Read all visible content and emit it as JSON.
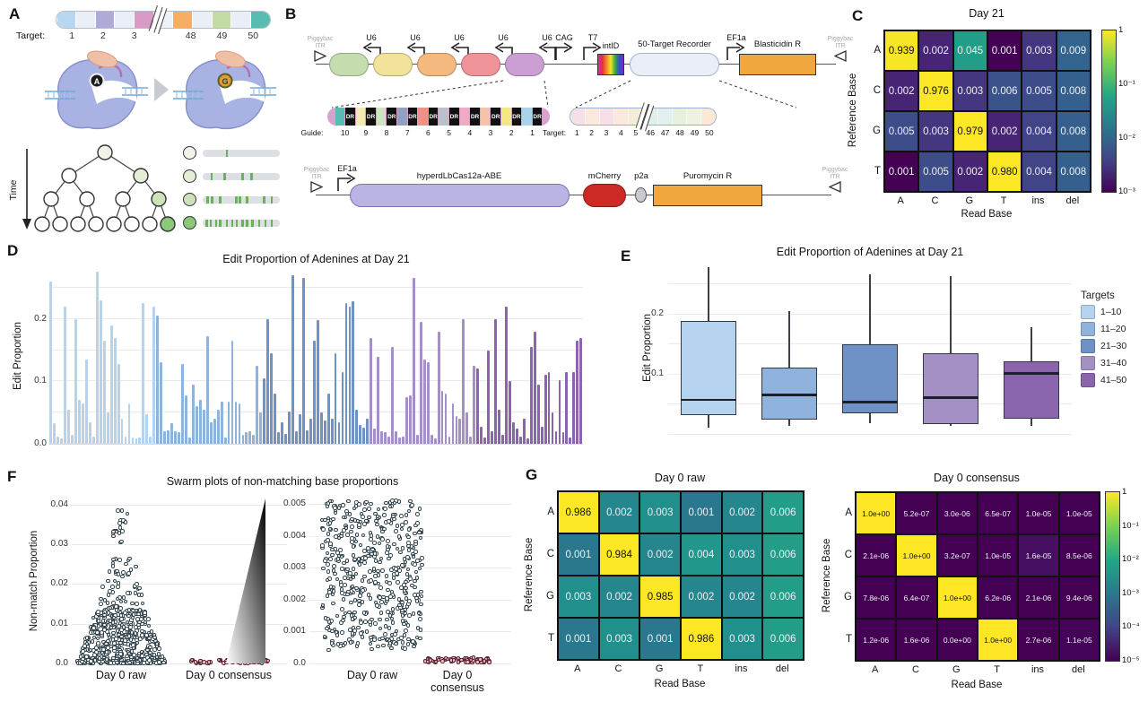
{
  "panels": {
    "a": "A",
    "b": "B",
    "c": "C",
    "d": "D",
    "e": "E",
    "f": "F",
    "g": "G"
  },
  "panel_a": {
    "target_label": "Target:",
    "target_numbers": [
      "1",
      "2",
      "3",
      "48",
      "49",
      "50"
    ],
    "target_number_pos": [
      0.08,
      0.225,
      0.37,
      0.62,
      0.765,
      0.91
    ],
    "segment_colors": [
      "#b8d8f0",
      "#e9eef7",
      "#b0aad9",
      "#e9eef7",
      "#d79bc5",
      "#eef1f8",
      "#f5ae62",
      "#e9eef7",
      "#c3dba4",
      "#e9eef7",
      "#58bdb0"
    ],
    "time_label": "Time",
    "base_change": {
      "from": "A",
      "to": "G"
    },
    "tree_highlight_colors": [
      "#f2f4ea",
      "#e4edd6",
      "#cde2b8",
      "#8cc87a"
    ],
    "barcode_rows": [
      {
        "circle": "#f2f4ea",
        "ticks": [
          0.3
        ]
      },
      {
        "circle": "#e4edd6",
        "ticks": [
          0.1,
          0.27,
          0.5,
          0.62
        ]
      },
      {
        "circle": "#cde2b8",
        "ticks": [
          0.05,
          0.11,
          0.21,
          0.42,
          0.47,
          0.56,
          0.78,
          0.88
        ]
      },
      {
        "circle": "#8cc87a",
        "ticks": [
          0.04,
          0.09,
          0.16,
          0.21,
          0.3,
          0.37,
          0.43,
          0.5,
          0.56,
          0.63,
          0.72,
          0.8,
          0.88
        ]
      }
    ]
  },
  "panel_b": {
    "itr_label": [
      "Piggybac",
      "ITR"
    ],
    "construct1": {
      "pill_colors": [
        "#c5dcae",
        "#f3e39a",
        "#f5b87e",
        "#ef9398",
        "#cb9fd3"
      ],
      "u6_label": "U6",
      "cag_label": "CAG",
      "t7_label": "T7",
      "intid_label": "intID",
      "recorder_label": "50-Target Recorder",
      "ef1a_label": "EF1a",
      "blasticidin_label": "Blasticidin R"
    },
    "guide_array": {
      "prefix": "Guide:",
      "dr_label": "DR",
      "numbers": [
        "10",
        "9",
        "8",
        "7",
        "6",
        "5",
        "4",
        "3",
        "2",
        "1"
      ],
      "segment_colors": [
        "#56bdb4",
        "#f1ecae",
        "#cfe4c2",
        "#8ea3c2",
        "#f19186",
        "#b9c2cb",
        "#f2aac4",
        "#f6c3a7",
        "#f5e87e",
        "#a9d3ea"
      ],
      "cap_color": "#d8a2cc"
    },
    "target_array": {
      "prefix": "Target:",
      "numbers": [
        "1",
        "2",
        "3",
        "4",
        "5",
        "46",
        "47",
        "48",
        "49",
        "50"
      ],
      "segment_colors": [
        "#f6dfe6",
        "#fbe9dc",
        "#f6dfe6",
        "#fbe9dc",
        "#f2ecd9",
        "#e2efe7",
        "#dff0ee",
        "#e6f0db",
        "#eef3e0",
        "#fbe9d4"
      ]
    },
    "construct2": {
      "ef1a_label": "EF1a",
      "cas_label": "hyperdLbCas12a-ABE",
      "cas_color": "#b9b4e4",
      "mcherry_label": "mCherry",
      "mcherry_color": "#cc2a25",
      "p2a_label": "p2a",
      "puromycin_label": "Puromycin R",
      "gene_box_color": "#f0a73f"
    }
  },
  "chart_data": [
    {
      "id": "panel-c",
      "type": "heatmap",
      "title": "Day 21",
      "xlabel": "Read Base",
      "ylabel": "Reference Base",
      "rows": [
        "A",
        "C",
        "G",
        "T"
      ],
      "cols": [
        "A",
        "C",
        "G",
        "T",
        "ins",
        "del"
      ],
      "decades": 3,
      "values": [
        [
          0.939,
          0.002,
          0.045,
          0.001,
          0.003,
          0.009
        ],
        [
          0.002,
          0.976,
          0.003,
          0.006,
          0.005,
          0.008
        ],
        [
          0.005,
          0.003,
          0.979,
          0.002,
          0.004,
          0.008
        ],
        [
          0.001,
          0.005,
          0.002,
          0.98,
          0.004,
          0.008
        ]
      ],
      "cell_text": [
        [
          "0.939",
          "0.002",
          "0.045",
          "0.001",
          "0.003",
          "0.009"
        ],
        [
          "0.002",
          "0.976",
          "0.003",
          "0.006",
          "0.005",
          "0.008"
        ],
        [
          "0.005",
          "0.003",
          "0.979",
          "0.002",
          "0.004",
          "0.008"
        ],
        [
          "0.001",
          "0.005",
          "0.002",
          "0.980",
          "0.004",
          "0.008"
        ]
      ],
      "colorbar_ticks": [
        "1",
        "10⁻¹",
        "10⁻²",
        "10⁻³"
      ]
    },
    {
      "id": "panel-d",
      "type": "bar",
      "title": "Edit Proportion of Adenines at Day 21",
      "ylabel": "Edit Proportion",
      "ylim": [
        0,
        0.28
      ],
      "group_size": 30,
      "yticks": [
        {
          "v": 0.0,
          "t": "0.0"
        },
        {
          "v": 0.1,
          "t": "0.1"
        },
        {
          "v": 0.2,
          "t": "0.2"
        }
      ],
      "gridlines": [
        0.05,
        0.1,
        0.15,
        0.2,
        0.25
      ],
      "group_colors": [
        "#b5d3ee",
        "#8fb3dc",
        "#6e92c5",
        "#a490c5",
        "#8a64ad"
      ],
      "values": [
        0.26,
        0.033,
        0.012,
        0.008,
        0.22,
        0.055,
        0.015,
        0.2,
        0.07,
        0.065,
        0.135,
        0.035,
        0.012,
        0.275,
        0.23,
        0.165,
        0.05,
        0.19,
        0.17,
        0.128,
        0.04,
        0.012,
        0.065,
        0.01,
        0.008,
        0.01,
        0.225,
        0.047,
        0.012,
        0.22,
        0.205,
        0.13,
        0.02,
        0.022,
        0.033,
        0.02,
        0.018,
        0.128,
        0.078,
        0.01,
        0.095,
        0.06,
        0.07,
        0.055,
        0.172,
        0.035,
        0.04,
        0.055,
        0.068,
        0.01,
        0.067,
        0.165,
        0.068,
        0.065,
        0.015,
        0.018,
        0.02,
        0.015,
        0.125,
        0.05,
        0.105,
        0.2,
        0.145,
        0.08,
        0.018,
        0.035,
        0.016,
        0.052,
        0.27,
        0.02,
        0.048,
        0.265,
        0.022,
        0.04,
        0.165,
        0.198,
        0.05,
        0.038,
        0.08,
        0.04,
        0.145,
        0.035,
        0.115,
        0.225,
        0.22,
        0.228,
        0.055,
        0.03,
        0.026,
        0.04,
        0.17,
        0.025,
        0.14,
        0.02,
        0.018,
        0.012,
        0.155,
        0.02,
        0.01,
        0.012,
        0.075,
        0.078,
        0.265,
        0.014,
        0.195,
        0.135,
        0.13,
        0.015,
        0.008,
        0.18,
        0.085,
        0.08,
        0.012,
        0.065,
        0.045,
        0.04,
        0.2,
        0.05,
        0.012,
        0.125,
        0.12,
        0.028,
        0.01,
        0.15,
        0.02,
        0.2,
        0.055,
        0.015,
        0.22,
        0.1,
        0.035,
        0.025,
        0.012,
        0.04,
        0.008,
        0.155,
        0.18,
        0.095,
        0.028,
        0.11,
        0.115,
        0.05,
        0.02,
        0.102,
        0.018,
        0.115,
        0.01,
        0.115,
        0.165,
        0.17
      ]
    },
    {
      "id": "panel-e",
      "type": "box",
      "title": "Edit Proportion of Adenines at Day 21",
      "ylabel": "Edit Proportion",
      "ylim": [
        0,
        0.285
      ],
      "yticks": [
        {
          "v": 0.1,
          "t": "0.1"
        },
        {
          "v": 0.2,
          "t": "0.2"
        }
      ],
      "gridlines": [
        0.0,
        0.05,
        0.1,
        0.15,
        0.2,
        0.25
      ],
      "legend": {
        "title": "Targets",
        "entries": [
          {
            "label": "1–10",
            "color": "#b5d3ee"
          },
          {
            "label": "11–20",
            "color": "#8fb3dc"
          },
          {
            "label": "21–30",
            "color": "#6e92c5"
          },
          {
            "label": "31–40",
            "color": "#a490c5"
          },
          {
            "label": "41–50",
            "color": "#8a64ad"
          }
        ]
      },
      "boxes": [
        {
          "label": "1–10",
          "color": "#b5d3ee",
          "lo": 0.01,
          "q1": 0.031,
          "med": 0.057,
          "q3": 0.188,
          "hi": 0.278
        },
        {
          "label": "11–20",
          "color": "#8fb3dc",
          "lo": 0.013,
          "q1": 0.024,
          "med": 0.065,
          "q3": 0.11,
          "hi": 0.205
        },
        {
          "label": "21–30",
          "color": "#6e92c5",
          "lo": 0.018,
          "q1": 0.035,
          "med": 0.053,
          "q3": 0.149,
          "hi": 0.266
        },
        {
          "label": "31–40",
          "color": "#a490c5",
          "lo": 0.013,
          "q1": 0.016,
          "med": 0.06,
          "q3": 0.135,
          "hi": 0.263
        },
        {
          "label": "41–50",
          "color": "#8a64ad",
          "lo": 0.013,
          "q1": 0.025,
          "med": 0.101,
          "q3": 0.121,
          "hi": 0.178
        }
      ]
    },
    {
      "id": "panel-f",
      "type": "swarm",
      "title": "Swarm plots of non-matching base proportions",
      "ylabel": "Non-match Proportion",
      "point_styles": {
        "raw": {
          "stroke": "#33454e",
          "fill": "#ffffff"
        },
        "consensus": {
          "stroke": "#5a2430",
          "fill": "#f4bcc9"
        }
      },
      "plots": [
        {
          "ylim": [
            0,
            0.0418
          ],
          "yticks": [
            {
              "v": 0.0,
              "t": "0.0"
            },
            {
              "v": 0.01,
              "t": "0.01"
            },
            {
              "v": 0.02,
              "t": "0.02"
            },
            {
              "v": 0.03,
              "t": "0.03"
            },
            {
              "v": 0.04,
              "t": "0.04"
            }
          ],
          "groups": [
            {
              "label": "Day 0 raw",
              "n": 620,
              "dist": "skewed",
              "y_max": 0.0395,
              "style": "raw"
            },
            {
              "label": "Day 0 consensus",
              "n": 55,
              "dist": "zero",
              "y_max": 0.001,
              "style": "consensus"
            }
          ]
        },
        {
          "ylim": [
            0,
            0.0052
          ],
          "yticks": [
            {
              "v": 0.0,
              "t": "0.0"
            },
            {
              "v": 0.001,
              "t": "0.001"
            },
            {
              "v": 0.002,
              "t": "0.002"
            },
            {
              "v": 0.003,
              "t": "0.003"
            },
            {
              "v": 0.004,
              "t": "0.004"
            },
            {
              "v": 0.005,
              "t": "0.005"
            }
          ],
          "groups": [
            {
              "label": "Day 0 raw",
              "n": 520,
              "dist": "uniform",
              "y_max": 0.0051,
              "style": "raw"
            },
            {
              "label": "Day 0 consensus",
              "n": 70,
              "dist": "zero",
              "y_max": 0.0002,
              "style": "consensus"
            }
          ]
        }
      ]
    },
    {
      "id": "panel-g-raw",
      "type": "heatmap",
      "title": "Day 0 raw",
      "xlabel": "Read Base",
      "ylabel": "Reference Base",
      "rows": [
        "A",
        "C",
        "G",
        "T"
      ],
      "cols": [
        "A",
        "C",
        "G",
        "T",
        "ins",
        "del"
      ],
      "decades": 5,
      "values": [
        [
          0.986,
          0.002,
          0.003,
          0.001,
          0.002,
          0.006
        ],
        [
          0.001,
          0.984,
          0.002,
          0.004,
          0.003,
          0.006
        ],
        [
          0.003,
          0.002,
          0.985,
          0.002,
          0.002,
          0.006
        ],
        [
          0.001,
          0.003,
          0.001,
          0.986,
          0.003,
          0.006
        ]
      ],
      "cell_text": [
        [
          "0.986",
          "0.002",
          "0.003",
          "0.001",
          "0.002",
          "0.006"
        ],
        [
          "0.001",
          "0.984",
          "0.002",
          "0.004",
          "0.003",
          "0.006"
        ],
        [
          "0.003",
          "0.002",
          "0.985",
          "0.002",
          "0.002",
          "0.006"
        ],
        [
          "0.001",
          "0.003",
          "0.001",
          "0.986",
          "0.003",
          "0.006"
        ]
      ]
    },
    {
      "id": "panel-g-consensus",
      "type": "heatmap",
      "title": "Day 0 consensus",
      "xlabel": "Read Base",
      "ylabel": "Reference Base",
      "rows": [
        "A",
        "C",
        "G",
        "T"
      ],
      "cols": [
        "A",
        "C",
        "G",
        "T",
        "ins",
        "del"
      ],
      "decades": 5,
      "values": [
        [
          1.0,
          5.2e-07,
          3e-06,
          6.5e-07,
          1e-05,
          1e-05
        ],
        [
          2.1e-06,
          1.0,
          3.2e-07,
          1e-05,
          1.6e-05,
          8.5e-06
        ],
        [
          7.8e-06,
          6.4e-07,
          1.0,
          6.2e-06,
          2.1e-06,
          9.4e-06
        ],
        [
          1.2e-06,
          1.6e-06,
          0.0,
          1.0,
          2.7e-06,
          1.1e-05
        ]
      ],
      "cell_text": [
        [
          "1.0e+00",
          "5.2e-07",
          "3.0e-06",
          "6.5e-07",
          "1.0e-05",
          "1.0e-05"
        ],
        [
          "2.1e-06",
          "1.0e+00",
          "3.2e-07",
          "1.0e-05",
          "1.6e-05",
          "8.5e-06"
        ],
        [
          "7.8e-06",
          "6.4e-07",
          "1.0e+00",
          "6.2e-06",
          "2.1e-06",
          "9.4e-06"
        ],
        [
          "1.2e-06",
          "1.6e-06",
          "0.0e+00",
          "1.0e+00",
          "2.7e-06",
          "1.1e-05"
        ]
      ],
      "colorbar_ticks": [
        "1",
        "10⁻¹",
        "10⁻²",
        "10⁻³",
        "10⁻⁴",
        "10⁻⁵"
      ]
    }
  ]
}
